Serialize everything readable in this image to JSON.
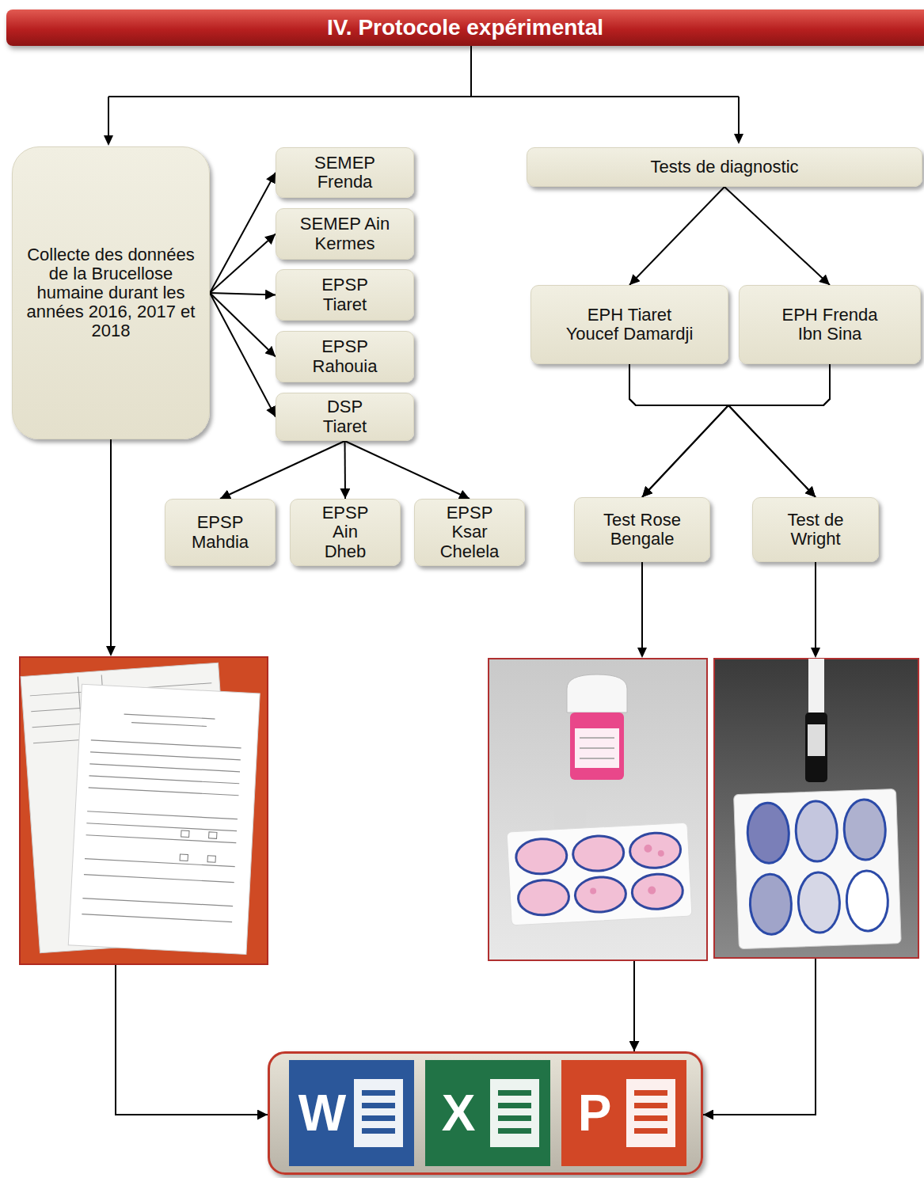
{
  "diagram": {
    "title": "IV. Protocole expérimental",
    "nodes": [
      {
        "text": [
          "Collecte des données de la Brucellose humaine durant les années 2016, 2017 et 2018"
        ]
      },
      {
        "text": [
          "SEMEP Frenda"
        ]
      },
      {
        "text": [
          "SEMEP Ain Kermes"
        ]
      },
      {
        "text": [
          "EPSP Tiaret"
        ]
      },
      {
        "text": [
          "EPSP Rahouia"
        ]
      },
      {
        "text": [
          "DSP Tiaret"
        ]
      },
      {
        "text": [
          "EPSP Mahdia"
        ]
      },
      {
        "text": [
          "EPSP Ain Dheb"
        ]
      },
      {
        "text": [
          "EPSP Ksar Chelela"
        ]
      },
      {
        "text": [
          "Tests de diagnostic"
        ]
      },
      {
        "text": [
          "EPH Tiaret Youcef Damardji"
        ]
      },
      {
        "text": [
          "EPH Frenda Ibn Sina"
        ]
      },
      {
        "text": [
          "Test Rose Bengale"
        ]
      },
      {
        "text": [
          "Test de Wright"
        ]
      },
      {
        "text": [
          "W",
          "X",
          "P"
        ]
      }
    ],
    "edges": [
      {
        "from": 0,
        "to": 1,
        "arrow": "to"
      },
      {
        "from": 0,
        "to": 2,
        "arrow": "to"
      },
      {
        "from": 0,
        "to": 3,
        "arrow": "to"
      },
      {
        "from": 0,
        "to": 4,
        "arrow": "to"
      },
      {
        "from": 0,
        "to": 5,
        "arrow": "to"
      },
      {
        "from": 5,
        "to": 6,
        "arrow": "to"
      },
      {
        "from": 5,
        "to": 7,
        "arrow": "to"
      },
      {
        "from": 5,
        "to": 8,
        "arrow": "to"
      },
      {
        "from": 9,
        "to": 10,
        "arrow": "to"
      },
      {
        "from": 9,
        "to": 11,
        "arrow": "to"
      },
      {
        "from": 10,
        "to": 12,
        "arrow": "to"
      },
      {
        "from": 10,
        "to": 13,
        "arrow": "to"
      },
      {
        "from": 11,
        "to": 12,
        "arrow": "to"
      },
      {
        "from": 11,
        "to": 13,
        "arrow": "to"
      },
      {
        "from": 0,
        "to": 14,
        "arrow": "to"
      },
      {
        "from": 12,
        "to": 14,
        "arrow": "to"
      },
      {
        "from": 13,
        "to": 14,
        "arrow": "to"
      }
    ]
  }
}
